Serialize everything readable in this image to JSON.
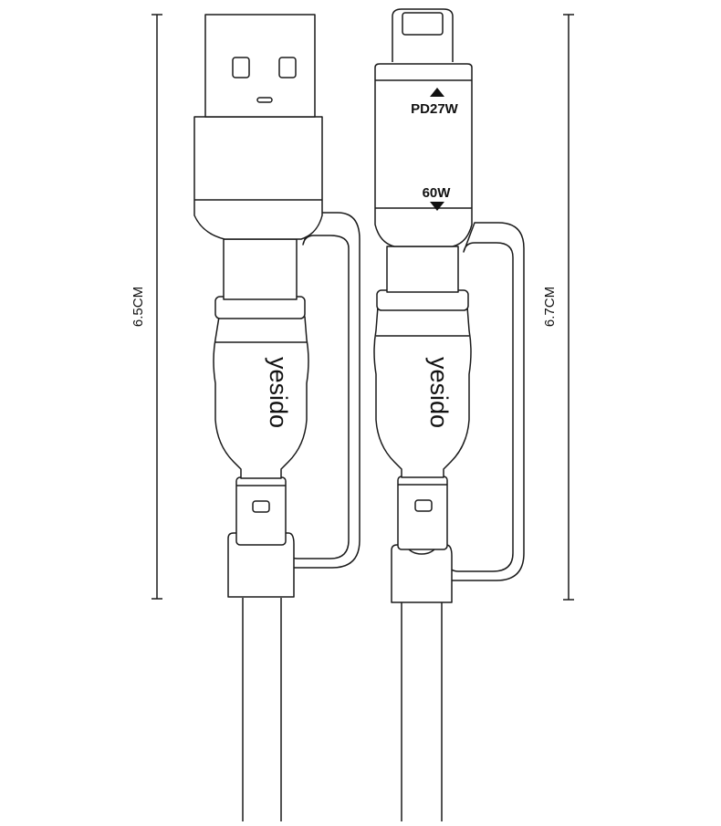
{
  "diagram": {
    "left_dimension_label": "6.5CM",
    "right_dimension_label": "6.7CM",
    "power_label_upper": "PD27W",
    "power_label_lower": "60W",
    "brand_left": "yesido",
    "brand_right": "yesido"
  },
  "colors": {
    "line": "#1a1a1a",
    "background": "#ffffff"
  }
}
